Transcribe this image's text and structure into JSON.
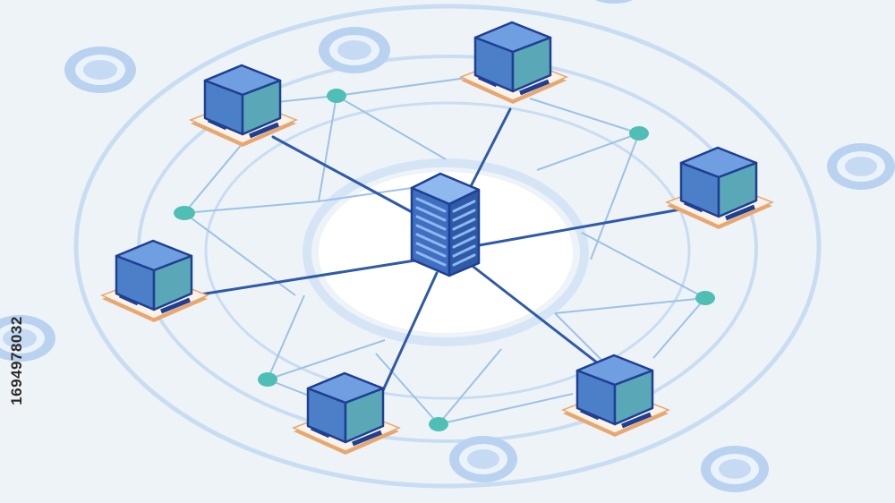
{
  "diagram": {
    "stock_id": "1694978032",
    "colors": {
      "background": "#eef3f8",
      "ring": "#c9ddf2",
      "center_disc": "#ffffff",
      "primary_link": "#2f5aa8",
      "secondary_link": "#9cc2e6",
      "node_dot": "#4fbfb5",
      "cube_top": "#6f9fe0",
      "cube_left": "#4b80c8",
      "cube_right": "#5aa7b8",
      "cube_outline": "#1f3f93",
      "base_fill": "#fbf3e9",
      "base_edge": "#e8a770",
      "server_body": "#3f6fc0",
      "server_slot": "#8fb8ee",
      "badge_outer": "#b8d2f0",
      "badge_inner": "#ffffff"
    },
    "hub": {
      "name": "central-server",
      "type": "server-stack"
    },
    "clients": [
      {
        "name": "client-top-left"
      },
      {
        "name": "client-top-center"
      },
      {
        "name": "client-right"
      },
      {
        "name": "client-left"
      },
      {
        "name": "client-bottom-center"
      },
      {
        "name": "client-bottom-right"
      }
    ],
    "junctions": [
      "junction-1",
      "junction-2",
      "junction-3",
      "junction-4",
      "junction-5",
      "junction-6"
    ],
    "badges": [
      "badge-1",
      "badge-2",
      "badge-3",
      "badge-4",
      "badge-5",
      "badge-6",
      "badge-7"
    ]
  }
}
